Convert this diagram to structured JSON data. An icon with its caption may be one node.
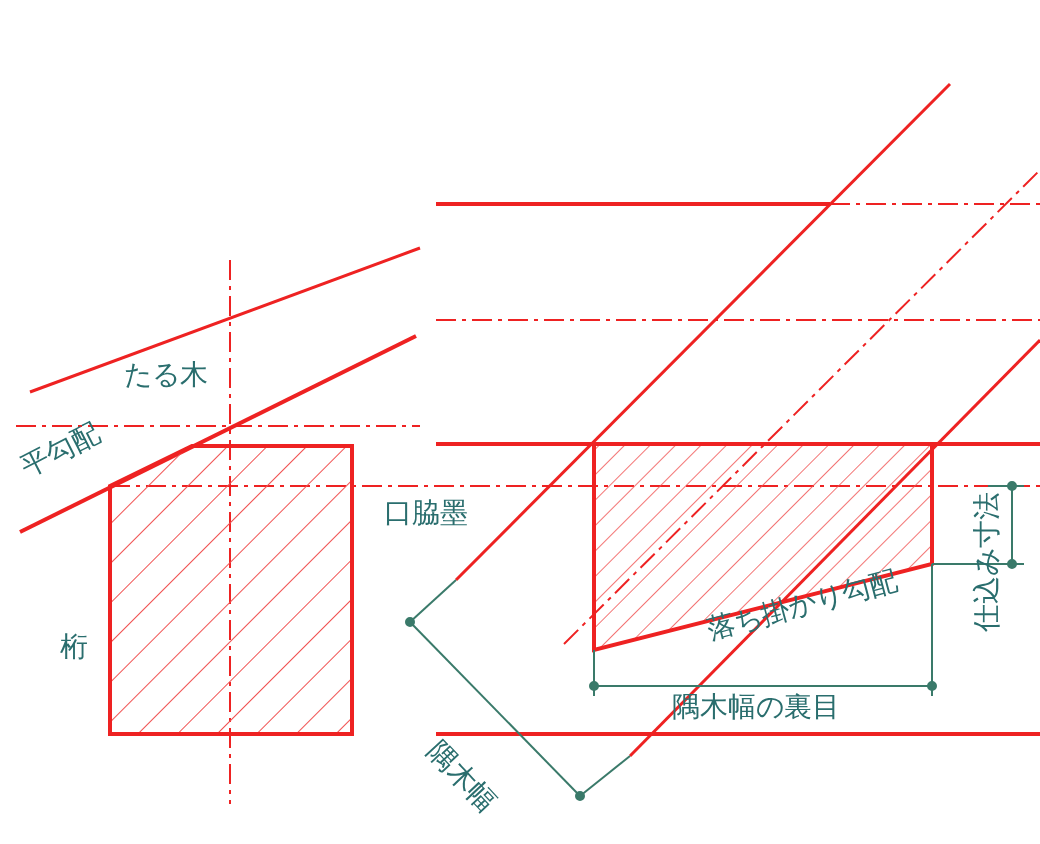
{
  "diagram": {
    "labels": [
      "たる木",
      "平勾配",
      "口脇墨",
      "桁",
      "隅木幅",
      "落ち掛かり勾配",
      "隅木幅の裏目",
      "仕込み寸法"
    ]
  }
}
